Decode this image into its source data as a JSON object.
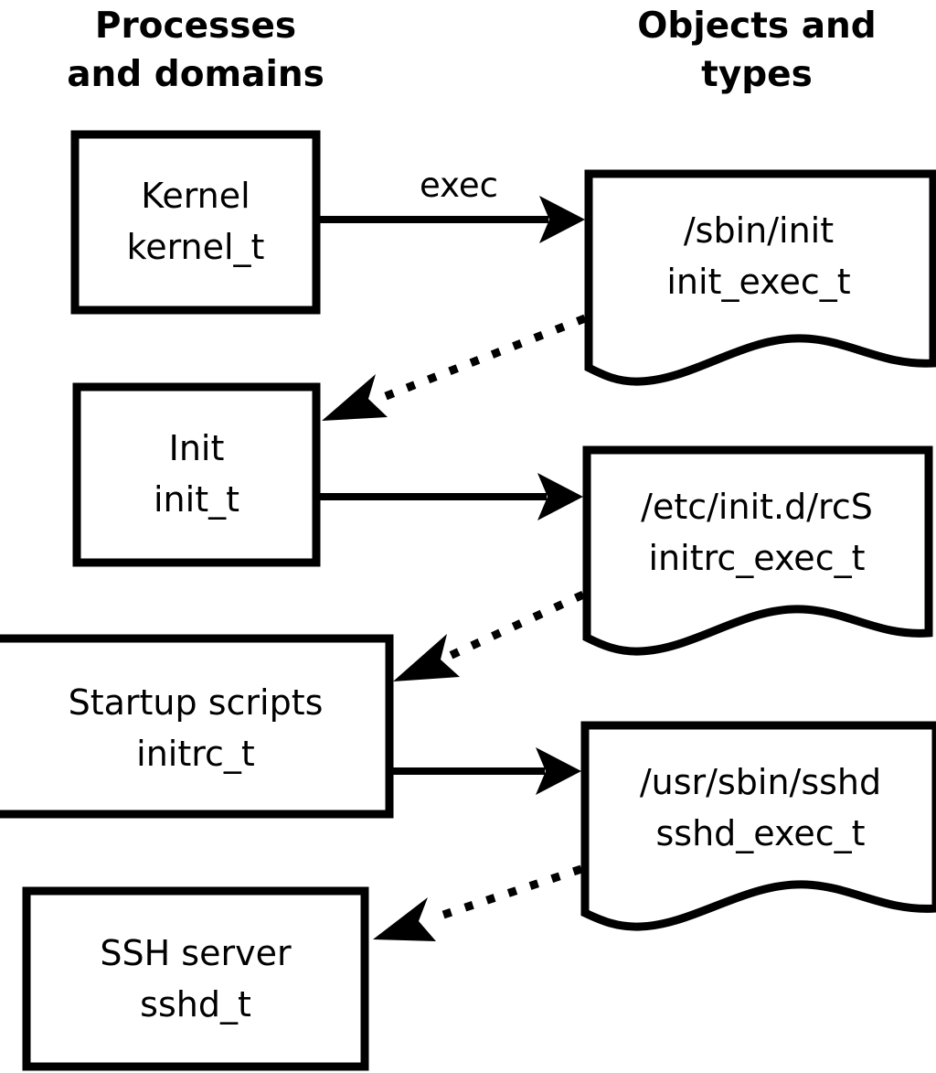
{
  "diagram": {
    "title_columns": [
      {
        "id": "processes",
        "line1": "Processes",
        "line2": "and domains"
      },
      {
        "id": "objects",
        "line1": "Objects and",
        "line2": "types"
      }
    ],
    "domains": [
      {
        "id": "kernel",
        "line1": "Kernel",
        "line2": "kernel_t"
      },
      {
        "id": "init",
        "line1": "Init",
        "line2": "init_t"
      },
      {
        "id": "initrc",
        "line1": "Startup scripts",
        "line2": "initrc_t"
      },
      {
        "id": "sshd",
        "line1": "SSH server",
        "line2": "sshd_t"
      }
    ],
    "objects": [
      {
        "id": "init-exec",
        "line1": "/sbin/init",
        "line2": "init_exec_t"
      },
      {
        "id": "initrc-exec",
        "line1": "/etc/init.d/rcS",
        "line2": "initrc_exec_t"
      },
      {
        "id": "sshd-exec",
        "line1": "/usr/sbin/sshd",
        "line2": "sshd_exec_t"
      }
    ],
    "edges": [
      {
        "id": "kernel-exec-init",
        "label": "exec",
        "style": "solid",
        "from": "kernel",
        "to": "init-exec"
      },
      {
        "id": "init-exec-to-init",
        "label": "",
        "style": "dotted",
        "from": "init-exec",
        "to": "init"
      },
      {
        "id": "init-exec-rcs",
        "label": "",
        "style": "solid",
        "from": "init",
        "to": "initrc-exec"
      },
      {
        "id": "rcs-to-initrc",
        "label": "",
        "style": "dotted",
        "from": "initrc-exec",
        "to": "initrc"
      },
      {
        "id": "initrc-exec-sshd",
        "label": "",
        "style": "solid",
        "from": "initrc",
        "to": "sshd-exec"
      },
      {
        "id": "sshd-exec-to-sshd",
        "label": "",
        "style": "dotted",
        "from": "sshd-exec",
        "to": "sshd"
      }
    ],
    "colors": {
      "stroke": "#000000",
      "fill": "#ffffff",
      "background": "#ffffff"
    }
  }
}
